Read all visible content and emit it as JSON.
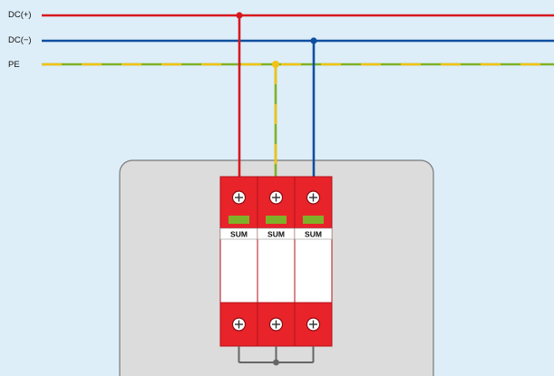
{
  "rails": [
    {
      "label": "DC(+)",
      "color": "#d7191f"
    },
    {
      "label": "DC(−)",
      "color": "#0f4fa0"
    },
    {
      "label": "PE",
      "colors": [
        "#7fb128",
        "#f2c314"
      ]
    }
  ],
  "device": {
    "brand": "SUM",
    "modules": [
      {
        "connection": "DC(+)"
      },
      {
        "connection": "PE"
      },
      {
        "connection": "DC(−)"
      }
    ],
    "body_color": "#e8232a",
    "indicator_color": "#7fb128"
  },
  "enclosure": {
    "color": "#dcdcdc"
  }
}
